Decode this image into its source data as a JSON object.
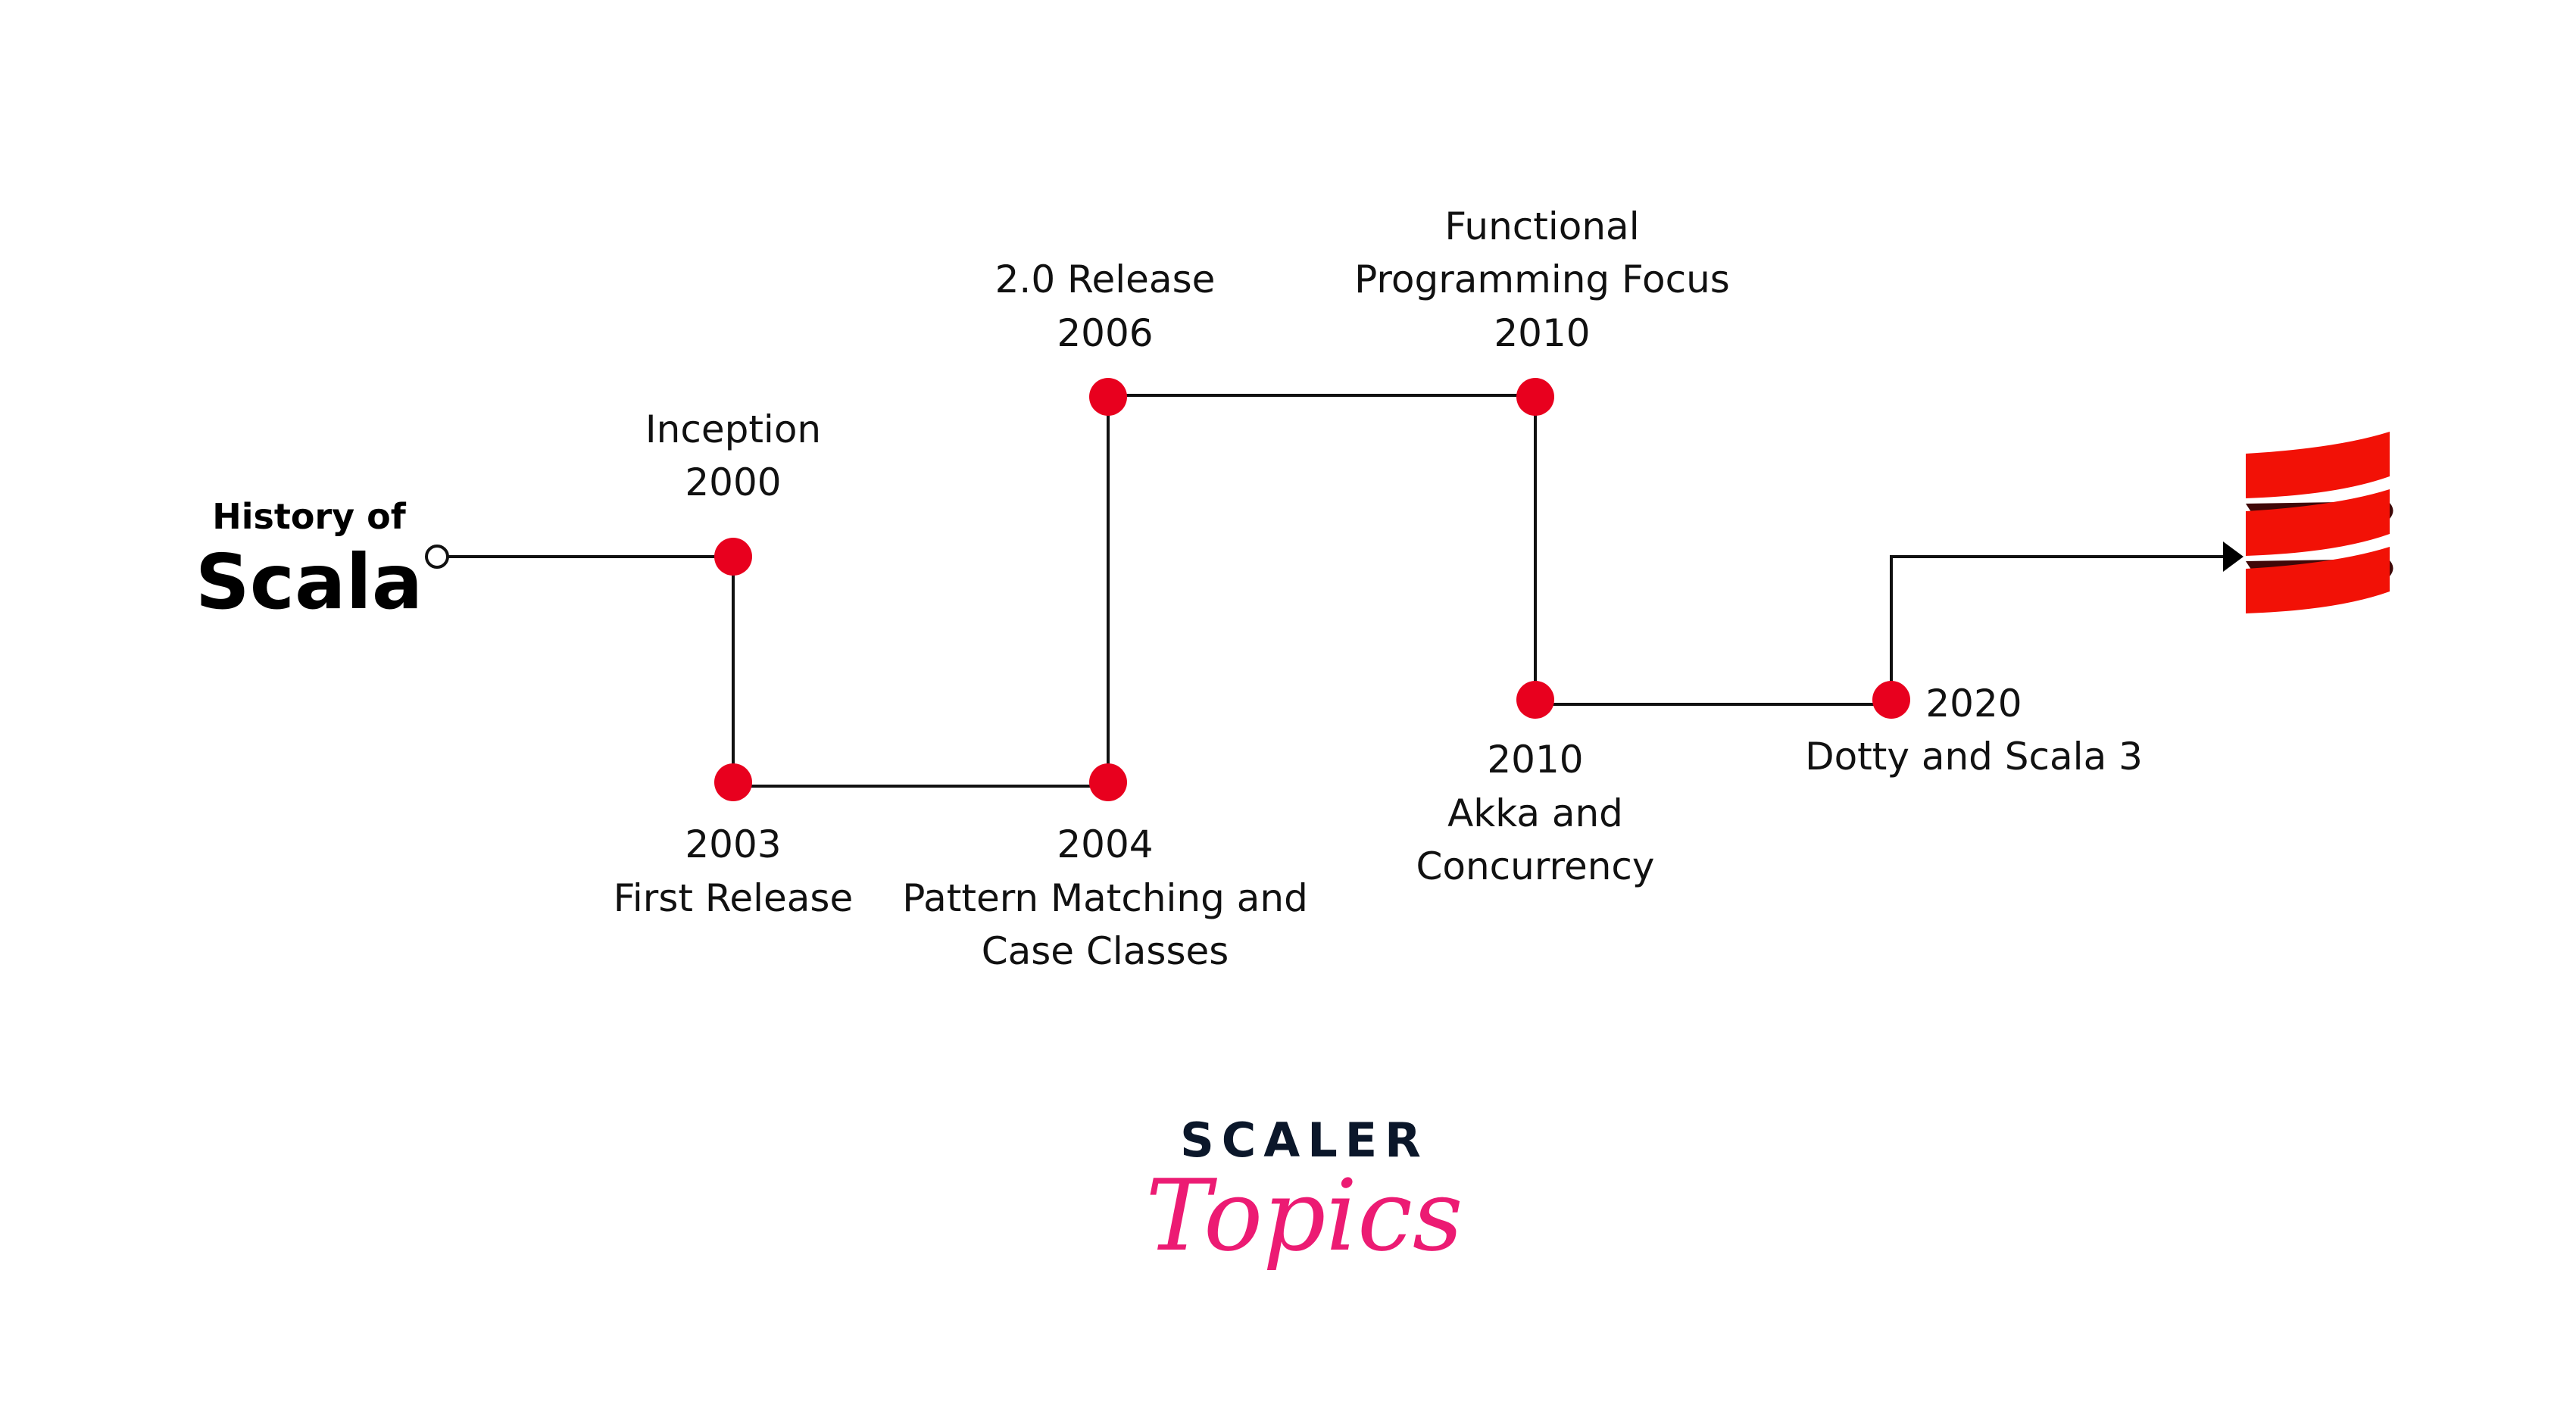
{
  "title": {
    "line1": "History of",
    "line2": "Scala"
  },
  "milestones": [
    {
      "lines": [
        "Inception",
        "2000"
      ]
    },
    {
      "lines": [
        "2003",
        "First Release"
      ]
    },
    {
      "lines": [
        "2004",
        "Pattern Matching and",
        "Case Classes"
      ]
    },
    {
      "lines": [
        "2.0 Release",
        "2006"
      ]
    },
    {
      "lines": [
        "Functional",
        "Programming Focus",
        "2010"
      ]
    },
    {
      "lines": [
        "2010",
        "Akka and",
        "Concurrency"
      ]
    },
    {
      "lines": [
        "2020",
        "Dotty and Scala 3"
      ]
    }
  ],
  "logo": {
    "brand": "SCALER",
    "script": "Topics"
  },
  "colors": {
    "dot": "#e8001e",
    "line": "#111111",
    "scala_red": "#f21106",
    "scala_dark": "#400808",
    "brand_dark": "#0b172a",
    "brand_pink": "#ec1b73"
  }
}
